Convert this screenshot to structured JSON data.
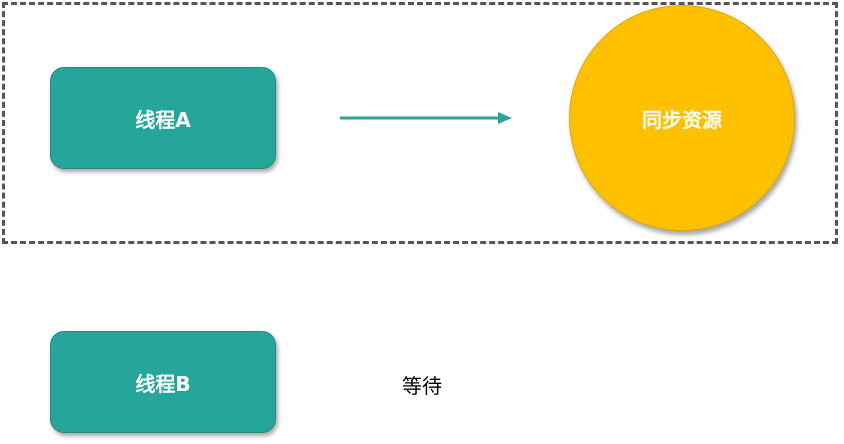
{
  "thread_a": {
    "label": "线程A"
  },
  "thread_b": {
    "label": "线程B"
  },
  "resource": {
    "label": "同步资源"
  },
  "wait": {
    "label": "等待"
  },
  "colors": {
    "thread_fill": "#26a69a",
    "resource_fill": "#ffc000",
    "arrow": "#26a69a",
    "frame_border": "#555555"
  }
}
